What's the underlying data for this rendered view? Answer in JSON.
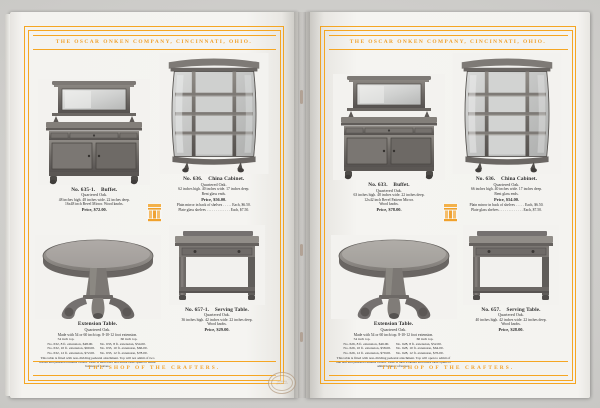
{
  "catalog": {
    "header_band": "THE OSCAR ONKEN COMPANY, CINCINNATI, OHIO.",
    "footer_band": "THE SHOP OF THE CRAFTERS.",
    "stamp_text": "THE SHOP OF THE CRAFTERS CINCINNATI"
  },
  "left_page": {
    "items": [
      {
        "id": "buffet-635-1",
        "number": "No. 635-1.",
        "name": "Buffet.",
        "material": "Quartered Oak.",
        "dims_line1": "48 inches high.    48 inches wide.    22 inches deep.",
        "dims_line2": "16x48 inch Bevel Mirror.    Wood knobs.",
        "price": "Price, $72.00."
      },
      {
        "id": "china-cabinet-636",
        "number": "No. 636.",
        "name": "China Cabinet.",
        "material": "Quartered Oak.",
        "dims_line1": "62 inches high.    40 inches wide.    17 inches deep.",
        "dims_line2": "Bent glass ends.",
        "price": "Price, $56.00.",
        "extra_line1": "Plain mirror in back of shelves . . . . . Each, $6.50.",
        "extra_line2": "Plate glass shelves . . . . . . . . . . . . . Each, $7.50."
      },
      {
        "id": "extension-table",
        "number": "",
        "name": "Extension Table.",
        "material": "Quartered Oak.",
        "dims_line1": "Made with 54 or 60 inch top.    8-10-12 foot extension.",
        "dims_line2": "54 inch top.",
        "dims_line3": "60 inch top.",
        "price_table": {
          "col1": [
            "No. 632,  8 ft. extension, $48.00.",
            "No. 632, 10 ft. extension, $60.00.",
            "No. 632, 12 ft. extension, $72.00."
          ],
          "col2": [
            "No. 633,  8 ft. extension, $54.00.",
            "No. 633, 10 ft. extension, $66.00.",
            "No. 633, 12 ft. extension, $78.00."
          ]
        },
        "note": "This table is fitted with non-dividing pedestal attachment.  Top will not admit of two leaves and pedestal remains closed.  Table is then solid and entire table opens to admit balance of leaves."
      },
      {
        "id": "serving-table-657-1",
        "number": "No. 657-1.",
        "name": "Serving Table.",
        "material": "Quartered Oak.",
        "dims_line1": "36 inches high.    42 inches wide.    22 inches deep.",
        "dims_line2": "Wood knobs.",
        "price": "Price, $29.00."
      }
    ]
  },
  "right_page": {
    "items": [
      {
        "id": "buffet-633",
        "number": "No. 633.",
        "name": "Buffet.",
        "material": "Quartered Oak.",
        "dims_line1": "63 inches high.    48 inches wide.    22 inches deep.",
        "dims_line2": "12x42 inch Bevel Pattern Mirror.",
        "dims_line3": "Wood knobs.",
        "price": "Price, $78.00."
      },
      {
        "id": "china-cabinet-636-r",
        "number": "No. 636.",
        "name": "China Cabinet.",
        "material": "Quartered Oak.",
        "dims_line1": "66 inches high.    40 inches wide.    17 inches deep.",
        "dims_line2": "Bent glass ends.",
        "price": "Price, $54.00.",
        "extra_line1": "Plain mirror in back of shelves . . . . . Each, $6.50.",
        "extra_line2": "Plate glass shelves . . . . . . . . . . . . . Each, $7.50."
      },
      {
        "id": "extension-table-r",
        "number": "",
        "name": "Extension Table.",
        "material": "Quartered Oak.",
        "dims_line1": "Made with 54 or 60 inch top.    8-10-12 foot extension.",
        "dims_line2": "54 inch top.",
        "dims_line3": "60 inch top.",
        "price_table": {
          "col1": [
            "No. 626,  8 ft. extension, $46.00.",
            "No. 626, 10 ft. extension, $58.00.",
            "No. 626, 12 ft. extension, $70.00."
          ],
          "col2": [
            "No. 628,  8 ft. extension, $52.00.",
            "No. 628, 10 ft. extension, $64.00.",
            "No. 628, 12 ft. extension, $76.00."
          ]
        },
        "note": "This table is fitted with non-dividing pedestal attachment.  Top will open to admit of one leaf and pedestal remains closed.  Table is then widened and entire table opens to admit balance of leaves."
      },
      {
        "id": "serving-table-657",
        "number": "No. 657.",
        "name": "Serving Table.",
        "material": "Quartered Oak.",
        "dims_line1": "40 inches high.    42 inches wide.    22 inches deep.",
        "dims_line2": "Wood knobs.",
        "price": "Price, $28.00."
      }
    ]
  },
  "colors": {
    "rule": "#f5a623",
    "paper": "#f5f4f1",
    "ink": "#2b2b2b"
  }
}
